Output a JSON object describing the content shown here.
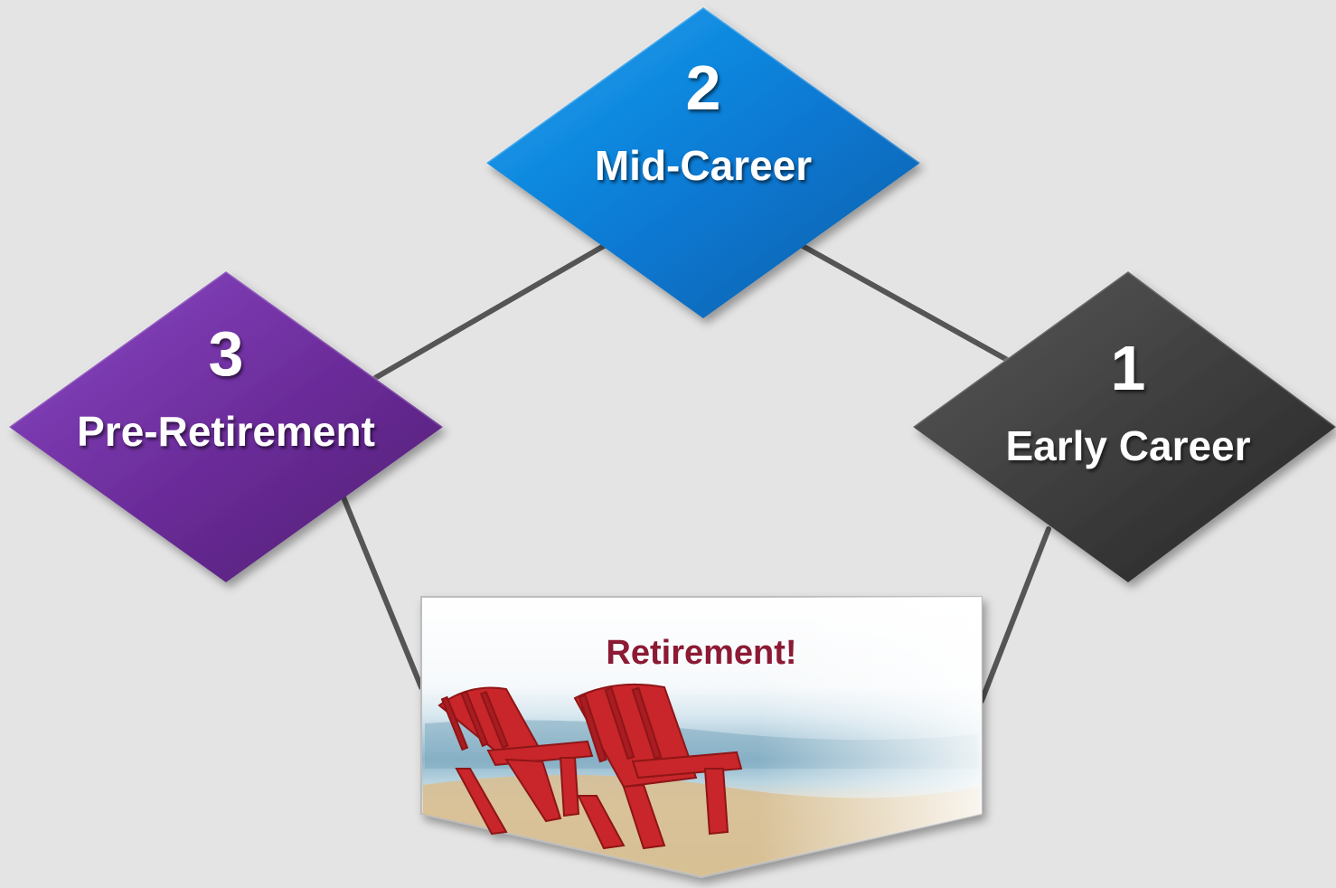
{
  "stages": [
    {
      "id": "mid-career",
      "number": "2",
      "label": "Mid-Career",
      "color": "#0a78d0"
    },
    {
      "id": "pre-retirement",
      "number": "3",
      "label": "Pre-Retirement",
      "color": "#6a2b98"
    },
    {
      "id": "early-career",
      "number": "1",
      "label": "Early Career",
      "color": "#3c3c3c"
    }
  ],
  "retirement": {
    "title": "Retirement!",
    "title_color": "#8c1a34"
  },
  "connector_color": "#555555",
  "background_color": "#e4e4e4"
}
